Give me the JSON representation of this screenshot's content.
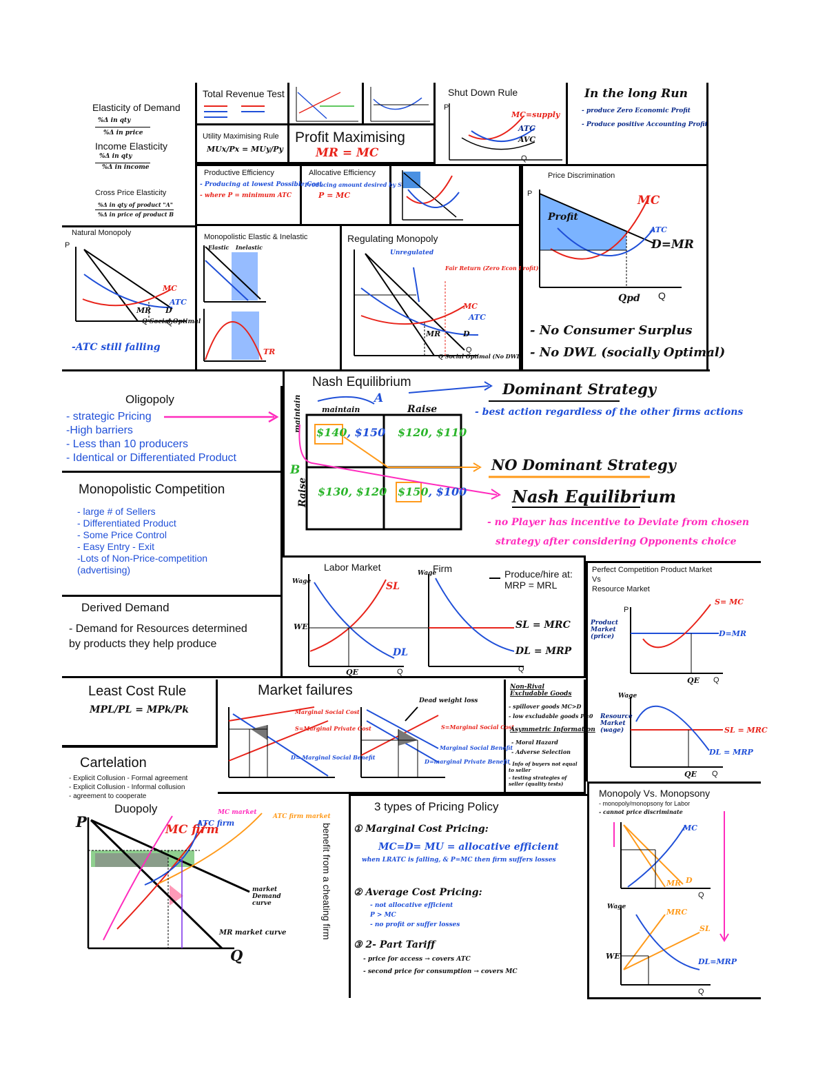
{
  "row1": {
    "elasticity": {
      "title": "Elasticity of Demand",
      "f1": "%Δ in qty",
      "f2": "%Δ in price",
      "income": "Income Elasticity",
      "f3": "%Δ in qty",
      "f4": "%Δ in income",
      "cross": "Cross Price Elasticity",
      "f5": "%Δ in qty of product \"A\"",
      "f6": "%Δ in price of product B"
    },
    "total_revenue": {
      "title": "Total Revenue Test"
    },
    "utility": {
      "title": "Utility Maximising Rule",
      "formula": "MUx/Px = MUy/Py"
    },
    "profit": {
      "title": "Profit Maximising",
      "rule": "MR = MC"
    },
    "shutdown": {
      "title": "Shut Down Rule",
      "mc": "MC=supply",
      "atc": "ATC",
      "avc": "AVC",
      "p": "P",
      "q": "Q"
    },
    "long_run": {
      "title": "In the long Run",
      "l1": "- produce Zero Economic Profit",
      "l2": "- Produce positive Accounting Profit"
    },
    "productive": {
      "title": "Productive Efficiency",
      "l1": "- Producing at lowest Possible Cost",
      "l2": "- where P = minimum ATC"
    },
    "allocative": {
      "title": "Allocative Efficiency",
      "l1": "Producing amount desired by Society",
      "l2": "P = MC"
    }
  },
  "natural_monopoly": {
    "title": "Natural Monopoly",
    "note": "-ATC still falling",
    "mc": "MC",
    "atc": "ATC",
    "mr": "MR",
    "d": "D",
    "p": "P",
    "q": "Q",
    "qs": "Q Social Optimal"
  },
  "monopolistic_elastic": {
    "title": "Monopolistic Elastic & Inelastic",
    "elastic": "Elastic",
    "inelastic": "Inelastic",
    "tr": "TR"
  },
  "regulating": {
    "title": "Regulating Monopoly",
    "unregulated": "Unregulated",
    "fair": "Fair Return (Zero Econ Profit)",
    "mc": "MC",
    "atc": "ATC",
    "mr": "MR",
    "d": "D",
    "q": "Q",
    "qs": "Q Social Optimal (No DWL)"
  },
  "price_disc": {
    "title": "Price Discrimination",
    "profit": "Profit",
    "mc": "MC",
    "atc": "ATC",
    "dmr": "D=MR",
    "qpd": "Qpd",
    "p": "P",
    "q": "Q",
    "n1": "- No Consumer Surplus",
    "n2": "- No DWL (socially Optimal)"
  },
  "oligopoly": {
    "title": "Oligopoly",
    "items": [
      "- strategic Pricing",
      "-High barriers",
      "- Less than 10 producers",
      "- Identical or Differentiated Product"
    ]
  },
  "nash": {
    "title": "Nash Equilibrium",
    "a": "A",
    "b": "B",
    "maintain": "maintain",
    "raise": "Raise",
    "c11a": "$140",
    "c11b": ", $150",
    "c12": "$120, $110",
    "c21": "$130, $120",
    "c22a": "$150",
    "c22b": ", $100",
    "dominant": "Dominant Strategy",
    "dominant_desc": "- best action regardless of the other firms actions",
    "no_dominant": "NO Dominant Strategy",
    "nash_eq": "Nash Equilibrium",
    "nash_desc1": "- no Player has incentive to Deviate from chosen",
    "nash_desc2": "strategy after considering Opponents choice"
  },
  "monopolistic": {
    "title": "Monopolistic Competition",
    "items": [
      "- large # of Sellers",
      "- Differentiated Product",
      "- Some Price Control",
      "- Easy Entry - Exit",
      "-Lots of Non-Price-competition",
      "(advertising)"
    ]
  },
  "labor": {
    "title": "Labor Market",
    "firm": "Firm",
    "rule1": "Produce/hire at:",
    "rule2": "MRP = MRL",
    "wage": "Wage",
    "we": "WE",
    "sl": "SL",
    "dl": "DL",
    "qe": "QE",
    "q": "Q",
    "slmrc": "SL = MRC",
    "dlmrp": "DL = MRP"
  },
  "perfect": {
    "title": "Perfect Competition Product Market",
    "vs": "Vs",
    "resource": "Resource Market",
    "p": "P",
    "smc": "S= MC",
    "dmr": "D=MR",
    "pm": "Product Market (price)",
    "rm": "Resource Market (wage)",
    "qe": "QE",
    "q": "Q",
    "slmrc": "SL = MRC",
    "dlmrp": "DL = MRP",
    "wage": "Wage"
  },
  "derived": {
    "title": "Derived Demand",
    "body1": "- Demand for Resources determined",
    "body2": "by products they help produce"
  },
  "least_cost": {
    "title": "Least Cost Rule",
    "formula": "MPL/PL = MPk/Pk"
  },
  "market_failures": {
    "title": "Market failures",
    "mcost": "Marginal Social Cost",
    "sp": "S=Marginal Private Cost",
    "dmsb": "D= Marginal Social Benefit",
    "dwl": "Dead weight loss",
    "msc2": "S=Marginal Social Cost",
    "msb2": "Marginal Social Benefit",
    "dmpb": "D=marginal Private Benefit"
  },
  "nonrival": {
    "title": "Non-Rival Excludable Goods",
    "l1": "- spillover goods MC>D",
    "l2": "- low excludable goods P=0",
    "asym": "Asymmetric Information",
    "a1": "- Moral Hazard",
    "a2": "- Adverse Selection",
    "a3": "- Info of buyers not equal to seller",
    "a4": "- testing strategies of seller (quality tests)"
  },
  "cartel": {
    "title": "Cartelation",
    "l1": "- Explicit Collusion - Formal agreement",
    "l2": "- Explicit Collusion - Informal collusion",
    "l3": "- agreement to cooperate"
  },
  "duopoly": {
    "title": "Duopoly",
    "p": "P",
    "q": "Q",
    "mc": "MC firm",
    "atc": "ATC firm",
    "atcm": "ATC firm market",
    "mcm": "MC market",
    "mrm": "MR market curve",
    "md": "market Demand curve",
    "pc": "benefit from a cheating firm"
  },
  "pricing": {
    "title": "3 types of Pricing Policy",
    "i1": "① Marginal Cost Pricing:",
    "i1f": "MC=D= MU = allocative efficient",
    "i1n": "when LRATC is falling, & P=MC then firm suffers losses",
    "i2": "② Average Cost Pricing:",
    "i2a": "- not allocative efficient",
    "i2b": "P > MC",
    "i2c": "- no profit or suffer losses",
    "i3": "③ 2- Part Tariff",
    "i3a": "- price for access → covers ATC",
    "i3b": "- second price for consumption → covers MC"
  },
  "monopsony": {
    "title": "Monopoly Vs. Monopsony",
    "sub": "- monopoly/monopsony for Labor",
    "sub2": "- cannot price discriminate",
    "mc": "MC",
    "mr": "MR",
    "d": "D",
    "mrc": "MRC",
    "sl": "SL",
    "dl": "DL=MRP",
    "we": "WE",
    "wage": "Wage",
    "q": "Q"
  }
}
